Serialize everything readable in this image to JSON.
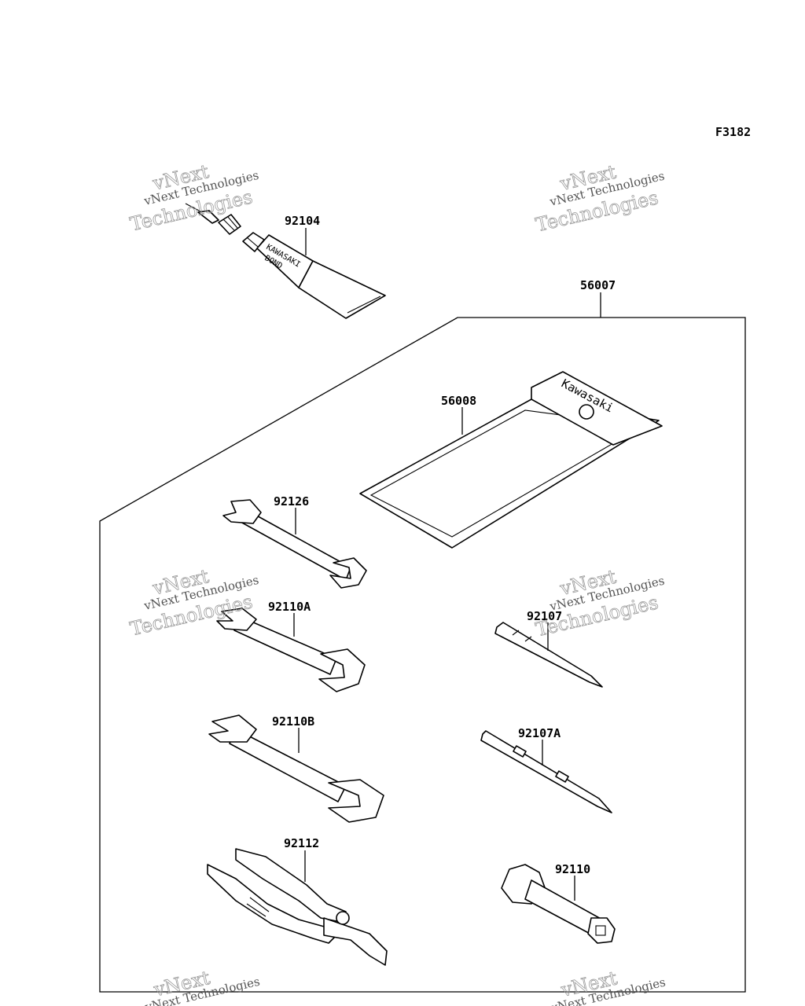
{
  "figure_code": "F3182",
  "watermark": {
    "line1": "vNext",
    "line2": "vNext Technologies",
    "line3": "Technologies"
  },
  "tube_label": {
    "line1": "KAWASAKI",
    "line2": "BOND"
  },
  "pouch_brand": "Kawasaki",
  "parts": {
    "bond": "92104",
    "tool_kit": "56007",
    "pouch": "56008",
    "wrench_small": "92126",
    "wrench_a": "92110A",
    "wrench_b": "92110B",
    "pliers": "92112",
    "screwdriver_bit": "92107",
    "screwdriver_bit_a": "92107A",
    "socket_wrench": "92110"
  }
}
